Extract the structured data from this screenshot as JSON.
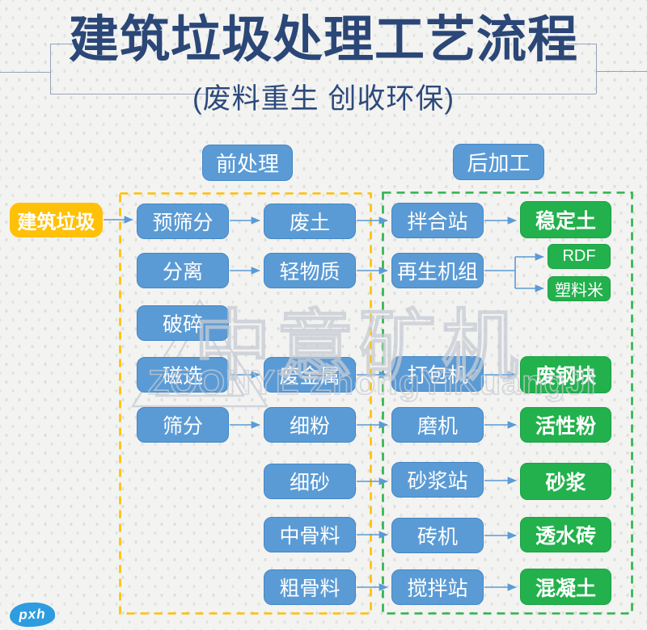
{
  "header": {
    "title": "建筑垃圾处理工艺流程",
    "subtitle": "(废料重生 创收环保)"
  },
  "sections": {
    "pre": "前处理",
    "post": "后加工"
  },
  "source": {
    "label": "建筑垃圾"
  },
  "nodes": {
    "pre_screen": "预筛分",
    "separation": "分离",
    "crushing": "破碎",
    "magnetic": "磁选",
    "screening": "筛分",
    "waste_soil": "废土",
    "light_material": "轻物质",
    "scrap_metal": "废金属",
    "fine_powder": "细粉",
    "fine_sand": "细砂",
    "medium_aggregate": "中骨料",
    "coarse_aggregate": "粗骨料",
    "mixing_plant": "拌合站",
    "regen_unit": "再生机组",
    "baler": "打包机",
    "mill": "磨机",
    "mortar_plant": "砂浆站",
    "brick_machine": "砖机",
    "concrete_plant": "搅拌站"
  },
  "products": {
    "stabilized_soil": "稳定土",
    "rdf": "RDF",
    "plastic_pellets": "塑料米",
    "scrap_steel": "废钢块",
    "active_powder": "活性粉",
    "mortar": "砂浆",
    "permeable_brick": "透水砖",
    "concrete": "混凝土"
  },
  "watermark": {
    "brand_cn": "中意矿机",
    "brand_en": "ZOONYE ZhongYiKuangJi"
  },
  "badge": {
    "label": "pxh"
  },
  "colors": {
    "title_navy": "#2b4777",
    "box_blue": "#5b9bd5",
    "product_green": "#22b14c",
    "source_yellow": "#ffc008",
    "dash_yellow": "#ffc000",
    "dash_green": "#2cb34a",
    "arrow_blue": "#5b9bd5",
    "badge_blue": "#2d9ce0"
  }
}
